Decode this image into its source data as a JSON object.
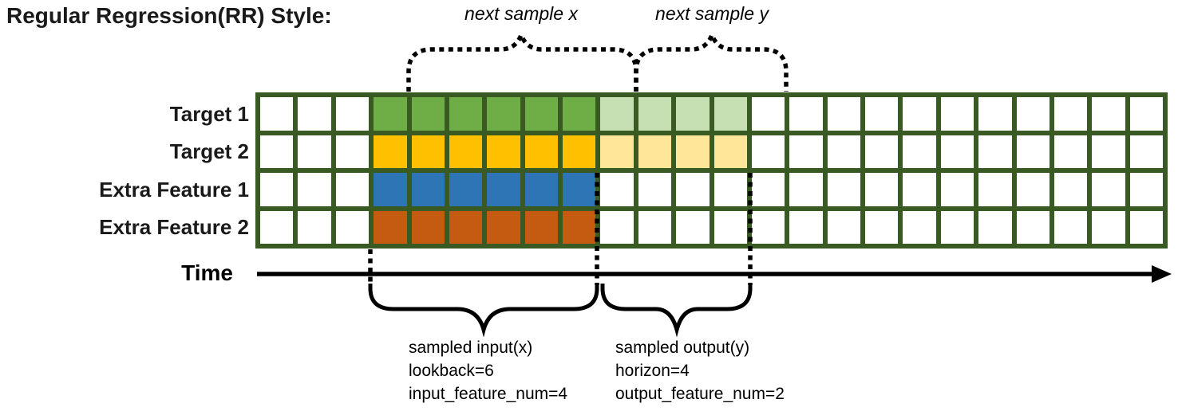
{
  "title": "Regular Regression(RR) Style:",
  "colors": {
    "grid_border": "#3a5a23",
    "cell_empty": "#ffffff",
    "annotation_black": "#000000"
  },
  "grid": {
    "columns": 24,
    "feature_rows": 4,
    "input_start_col": 4,
    "lookback": 6,
    "horizon": 4
  },
  "rows": [
    {
      "label": "Target 1",
      "input_color": "#6fad47",
      "output_color": "#c6e0b4"
    },
    {
      "label": "Target 2",
      "input_color": "#ffc000",
      "output_color": "#ffe699"
    },
    {
      "label": "Extra Feature 1",
      "input_color": "#2e75b6",
      "output_color": null
    },
    {
      "label": "Extra Feature 2",
      "input_color": "#c55a11",
      "output_color": null
    }
  ],
  "time_axis": {
    "label": "Time"
  },
  "annotations": {
    "next_sample_x": "next sample x",
    "next_sample_y": "next sample y",
    "sampled_input": [
      "sampled input(x)",
      "lookback=6",
      "input_feature_num=4"
    ],
    "sampled_output": [
      "sampled output(y)",
      "horizon=4",
      "output_feature_num=2"
    ]
  }
}
